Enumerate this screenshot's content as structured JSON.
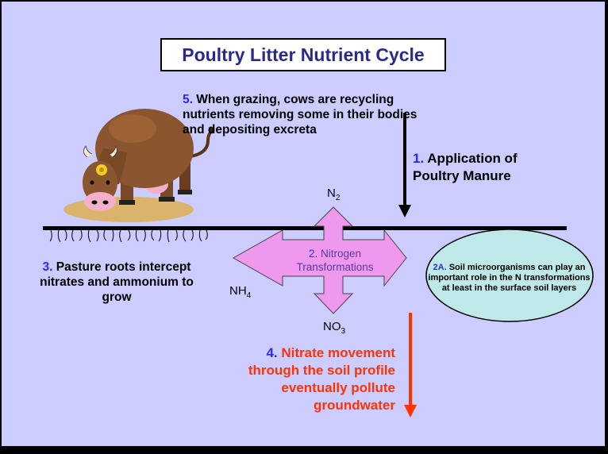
{
  "title": "Poultry Litter Nutrient Cycle",
  "steps": {
    "s5": {
      "num": "5.",
      "text": "When grazing, cows are recycling nutrients removing some in their bodies and depositing excreta"
    },
    "s1": {
      "num": "1.",
      "text": "Application of Poultry Manure"
    },
    "s2": {
      "num": "2.",
      "text": "Nitrogen Transformations"
    },
    "s2a": {
      "num": "2A.",
      "text": "Soil microorganisms can play an important role in the N transformations at least in the surface soil layers"
    },
    "s3": {
      "num": "3.",
      "text": "Pasture roots intercept nitrates and ammonium to grow"
    },
    "s4": {
      "num": "4.",
      "text": "Nitrate movement through the soil profile eventually pollute groundwater"
    }
  },
  "chemicals": {
    "n2": {
      "base": "N",
      "sub": "2"
    },
    "nh4": {
      "base": "NH",
      "sub": "4"
    },
    "no3": {
      "base": "NO",
      "sub": "3"
    }
  },
  "colors": {
    "background": "#ccccff",
    "title": "#2a2a8c",
    "step_number": "#2a2aff",
    "nitrate_text": "#ff3300",
    "cross_arrow": "#ee99ee",
    "oval": "#bfe8e8"
  },
  "icons": [
    "cow-icon",
    "root-icon"
  ]
}
